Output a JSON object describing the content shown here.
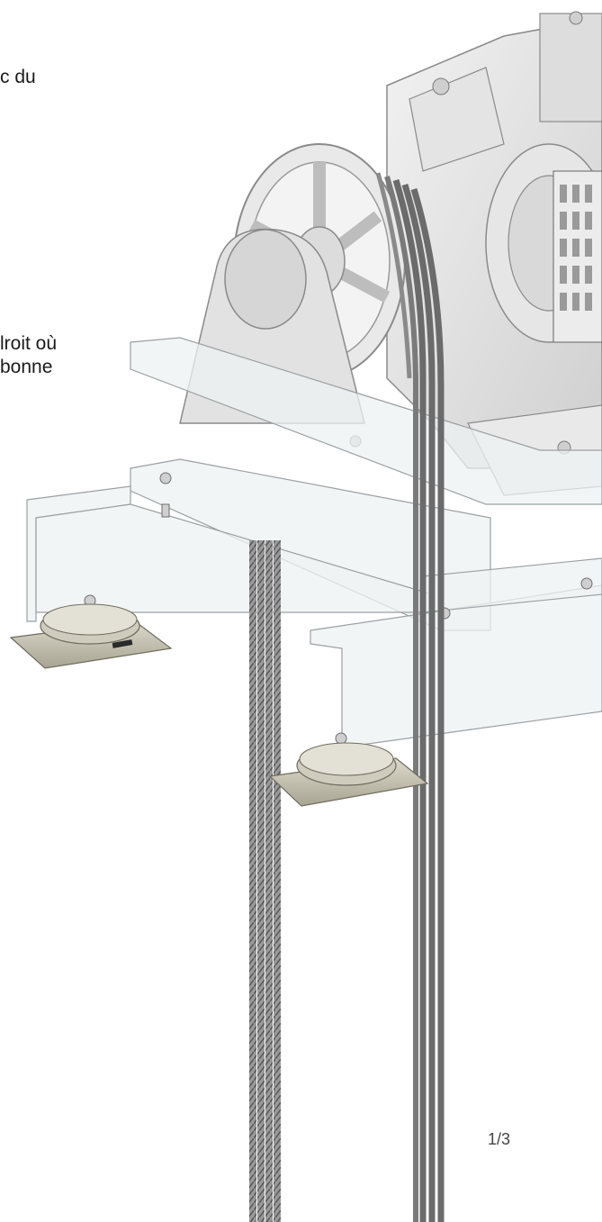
{
  "text_fragments": [
    "c du",
    "lroit où",
    "bonne"
  ],
  "page_indicator": "1/3",
  "colors": {
    "background": "#ffffff",
    "text": "#1a1a1a",
    "machine_gray": "#d8d8d8",
    "outline_gray": "#8a8a8a",
    "glass_beam": "#eef1f3",
    "rope_dark": "#6b6b6b",
    "isolator_metal": "#bdb9a8"
  },
  "illustration": {
    "subject": "elevator-traction-machine-on-beams-with-ropes-and-vibration-isolators",
    "icon": "elevator-machine-illustration"
  }
}
